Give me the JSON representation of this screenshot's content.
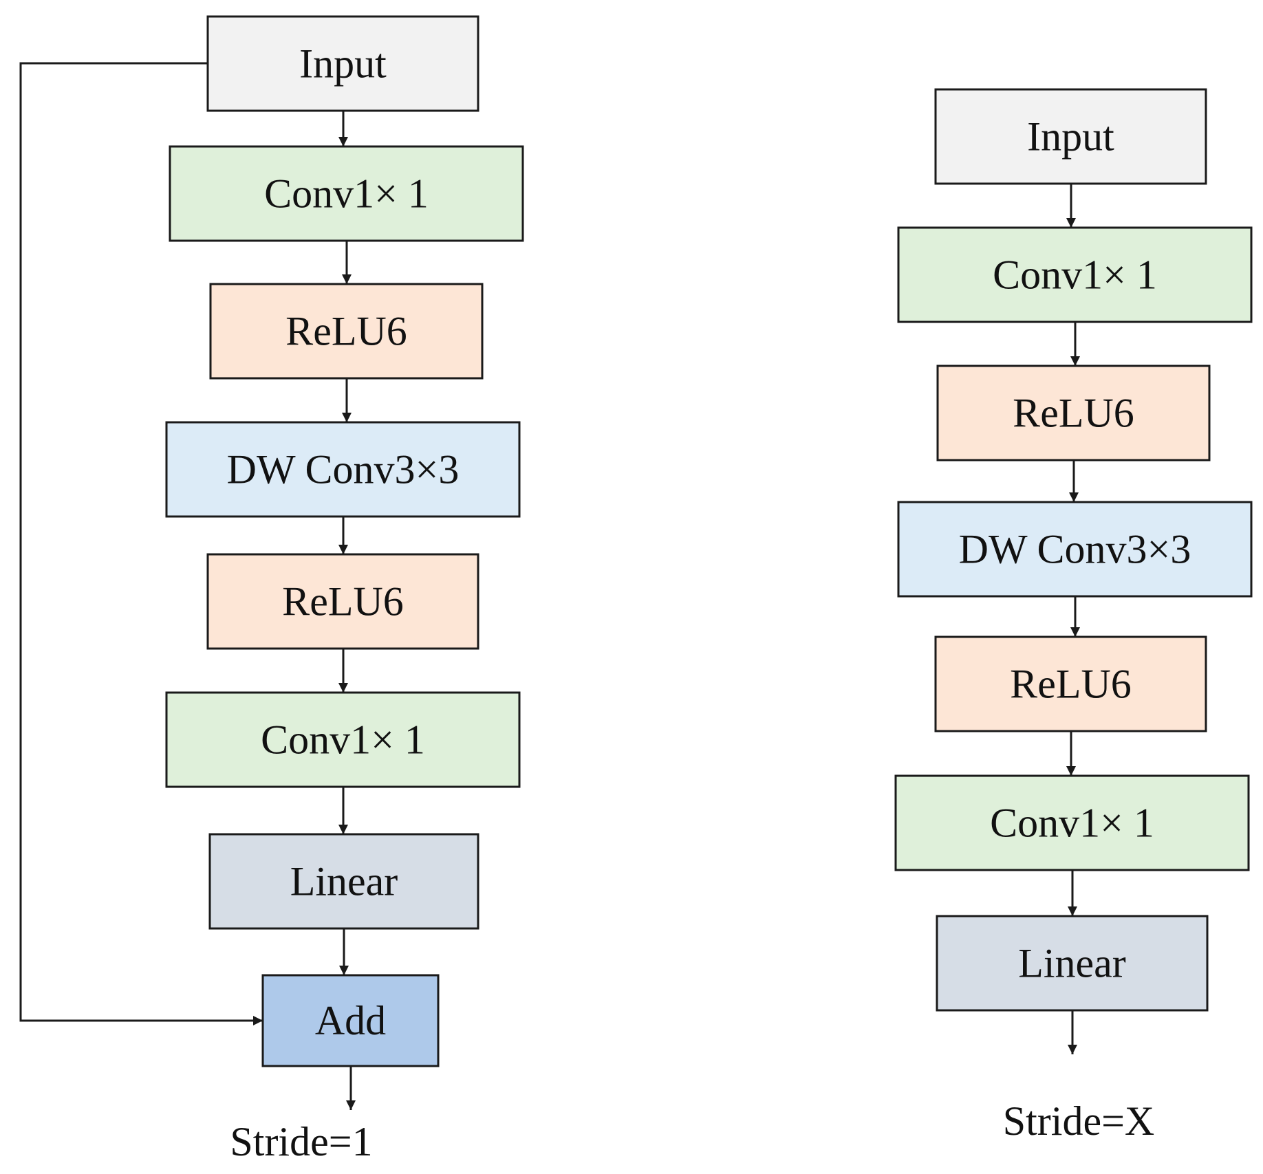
{
  "colors": {
    "input": "#f2f2f2",
    "conv": "#dff0da",
    "relu": "#fde6d6",
    "dwconv": "#dcebf7",
    "linear": "#d6dde6",
    "add": "#aec9ea",
    "stroke": "#1a1a1a"
  },
  "left_block": {
    "nodes": [
      {
        "kind": "input",
        "label": "Input"
      },
      {
        "kind": "conv",
        "label": "Conv1× 1"
      },
      {
        "kind": "relu",
        "label": "ReLU6"
      },
      {
        "kind": "dwconv",
        "label": "DW Conv3×3"
      },
      {
        "kind": "relu",
        "label": "ReLU6"
      },
      {
        "kind": "conv",
        "label": "Conv1× 1"
      },
      {
        "kind": "linear",
        "label": "Linear"
      },
      {
        "kind": "add",
        "label": "Add"
      }
    ],
    "caption": "Stride=1"
  },
  "right_block": {
    "nodes": [
      {
        "kind": "input",
        "label": "Input"
      },
      {
        "kind": "conv",
        "label": "Conv1× 1"
      },
      {
        "kind": "relu",
        "label": "ReLU6"
      },
      {
        "kind": "dwconv",
        "label": "DW Conv3×3"
      },
      {
        "kind": "relu",
        "label": "ReLU6"
      },
      {
        "kind": "conv",
        "label": "Conv1× 1"
      },
      {
        "kind": "linear",
        "label": "Linear"
      }
    ],
    "caption": "Stride=X"
  }
}
